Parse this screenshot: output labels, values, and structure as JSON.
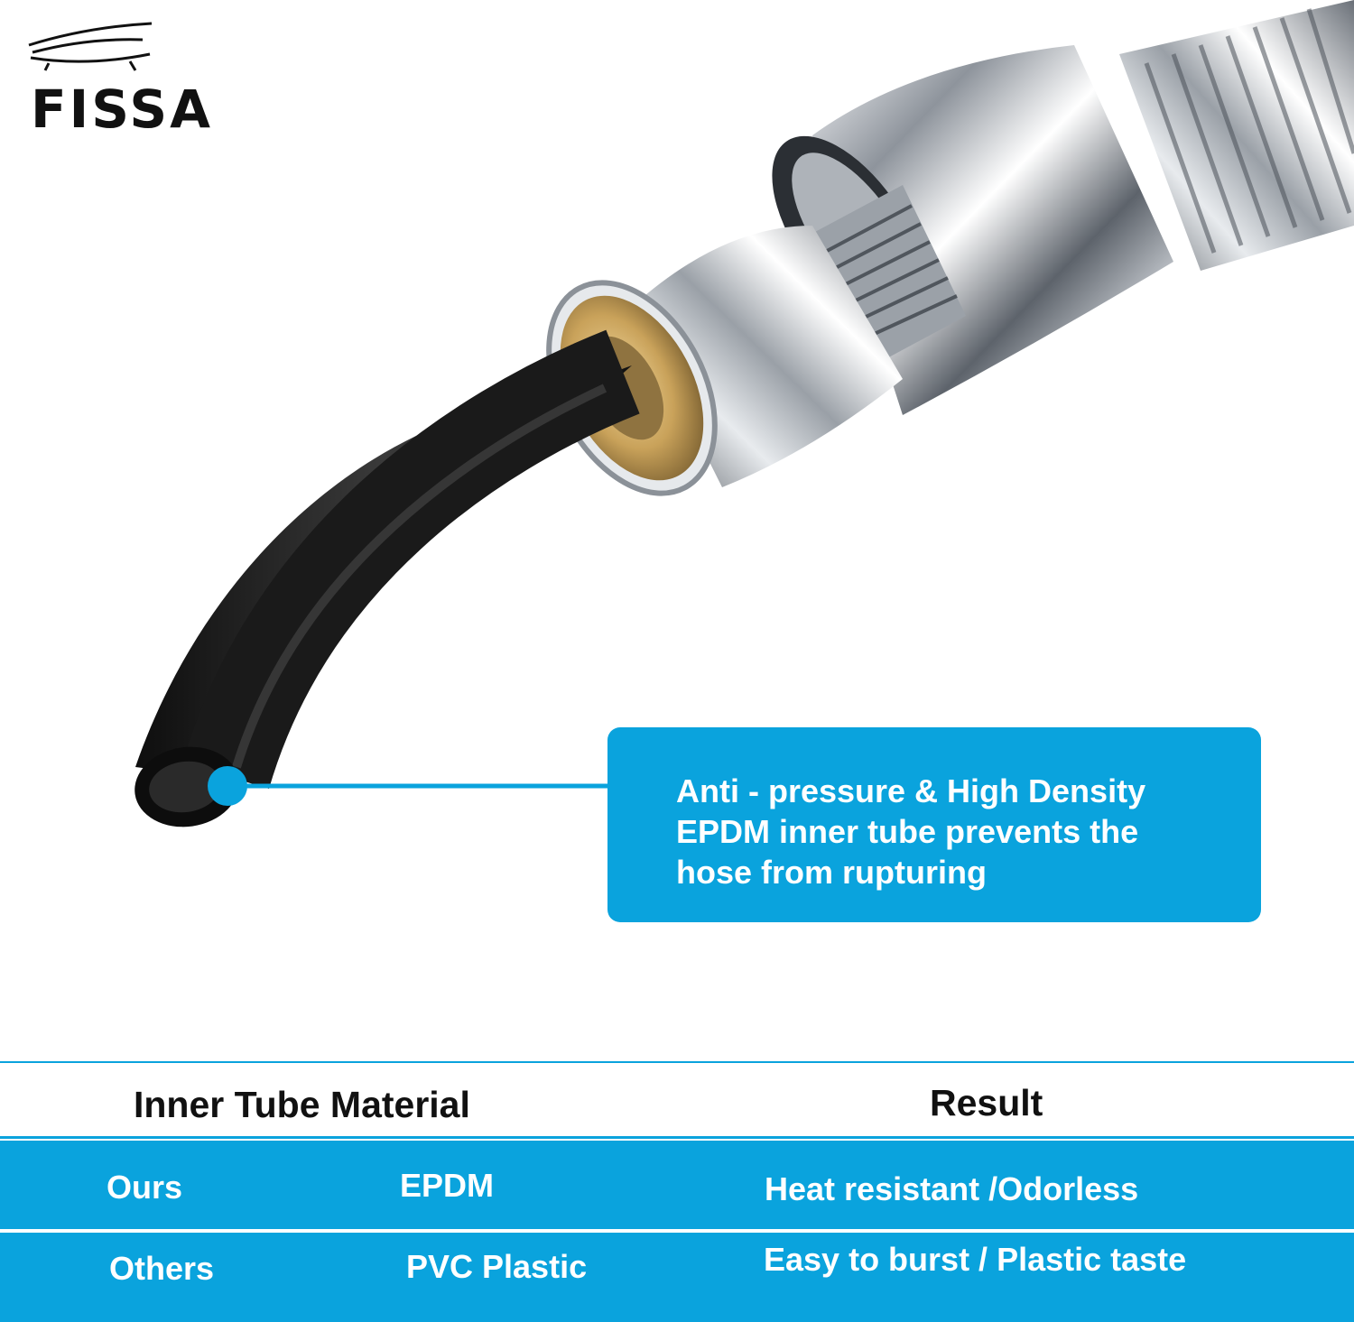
{
  "brand": {
    "name": "FISSA"
  },
  "callout": {
    "text": "Anti - pressure & High Density\nEPDM inner tube prevents the\nhose from rupturing"
  },
  "table": {
    "headers": [
      "Inner Tube Material",
      "Result"
    ],
    "rows": [
      {
        "label": "Ours",
        "material": "EPDM",
        "result": "Heat resistant /Odorless"
      },
      {
        "label": "Others",
        "material": "PVC Plastic",
        "result": "Easy to burst / Plastic taste"
      }
    ]
  },
  "colors": {
    "accent": "#0aa3dd",
    "tube": "#1a1a1a",
    "chrome": "#c9ced4",
    "brass": "#c9a25a"
  },
  "icons": {
    "logo": "bathtub-logo-icon",
    "pointer": "callout-pointer-dot"
  }
}
